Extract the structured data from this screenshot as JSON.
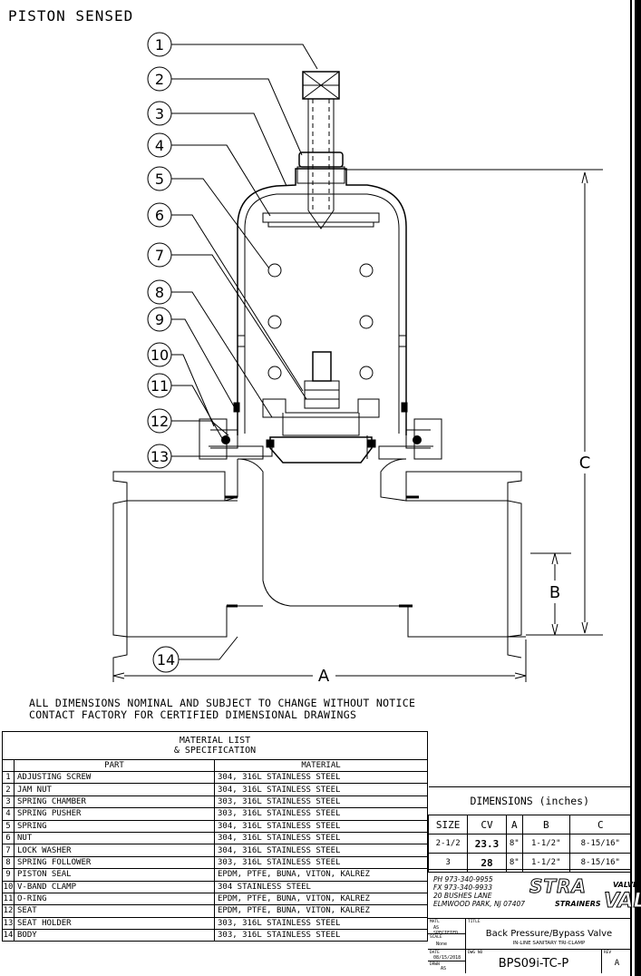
{
  "title": "PISTON SENSED",
  "balloons": [
    "1",
    "2",
    "3",
    "4",
    "5",
    "6",
    "7",
    "8",
    "9",
    "10",
    "11",
    "12",
    "13",
    "14"
  ],
  "dimension_labels": {
    "A": "A",
    "B": "B",
    "C": "C"
  },
  "notes": [
    "ALL DIMENSIONS NOMINAL AND SUBJECT TO CHANGE WITHOUT NOTICE",
    "CONTACT FACTORY FOR CERTIFIED DIMENSIONAL DRAWINGS"
  ],
  "material_list": {
    "title_line1": "MATERIAL LIST",
    "title_line2": "& SPECIFICATION",
    "col_part": "PART",
    "col_material": "MATERIAL",
    "rows": [
      {
        "n": "1",
        "part": "ADJUSTING SCREW",
        "material": "304, 316L STAINLESS STEEL"
      },
      {
        "n": "2",
        "part": "JAM NUT",
        "material": "304, 316L STAINLESS STEEL"
      },
      {
        "n": "3",
        "part": "SPRING CHAMBER",
        "material": "303, 316L STAINLESS STEEL"
      },
      {
        "n": "4",
        "part": "SPRING PUSHER",
        "material": "303, 316L STAINLESS STEEL"
      },
      {
        "n": "5",
        "part": "SPRING",
        "material": "304, 316L STAINLESS STEEL"
      },
      {
        "n": "6",
        "part": "NUT",
        "material": "304, 316L STAINLESS STEEL"
      },
      {
        "n": "7",
        "part": "LOCK WASHER",
        "material": "304, 316L STAINLESS STEEL"
      },
      {
        "n": "8",
        "part": "SPRING FOLLOWER",
        "material": "303, 316L STAINLESS STEEL"
      },
      {
        "n": "9",
        "part": "PISTON SEAL",
        "material": "EPDM, PTFE, BUNA, VITON, KALREZ"
      },
      {
        "n": "10",
        "part": "V-BAND CLAMP",
        "material": "304 STAINLESS STEEL"
      },
      {
        "n": "11",
        "part": "O-RING",
        "material": "EPDM, PTFE, BUNA, VITON, KALREZ"
      },
      {
        "n": "12",
        "part": "SEAT",
        "material": "EPDM, PTFE, BUNA, VITON, KALREZ"
      },
      {
        "n": "13",
        "part": "SEAT HOLDER",
        "material": "303, 316L STAINLESS STEEL"
      },
      {
        "n": "14",
        "part": "BODY",
        "material": "303, 316L STAINLESS STEEL"
      }
    ]
  },
  "dimensions": {
    "title": "DIMENSIONS (inches)",
    "headers": [
      "SIZE",
      "CV",
      "A",
      "B",
      "C"
    ],
    "rows": [
      {
        "size": "2-1/2",
        "cv": "23.3",
        "a": "8\"",
        "b": "1-1/2\"",
        "c": "8-15/16\""
      },
      {
        "size": "3",
        "cv": "28",
        "a": "8\"",
        "b": "1-1/2\"",
        "c": "8-15/16\""
      }
    ]
  },
  "contact": {
    "phone": "PH 973-340-9955",
    "fax": "FX 973-340-9933",
    "address1": "20 BUSHES LANE",
    "address2": "ELMWOOD PARK, NJ 07407"
  },
  "logo": {
    "top": "STRA",
    "valves": "VALVES",
    "strainers": "STRAINERS",
    "val": "VAL"
  },
  "title_block": {
    "title_label": "TITLE",
    "title": "Back Pressure/Bypass Valve",
    "subtitle": "IN-LINE SANITARY TRI-CLAMP",
    "matl_label": "MATL",
    "matl_value": "AS SPECIFIED",
    "scale_label": "SCALE",
    "scale_value": "None",
    "date_label": "DATE",
    "date_value": "08/15/2018",
    "dwg_label": "DWG NO",
    "dwg_no": "BPS09i-TC-P",
    "drawn_label": "DRWN",
    "drawn_value": "AS",
    "rev_label": "REV",
    "rev_value": "A"
  }
}
